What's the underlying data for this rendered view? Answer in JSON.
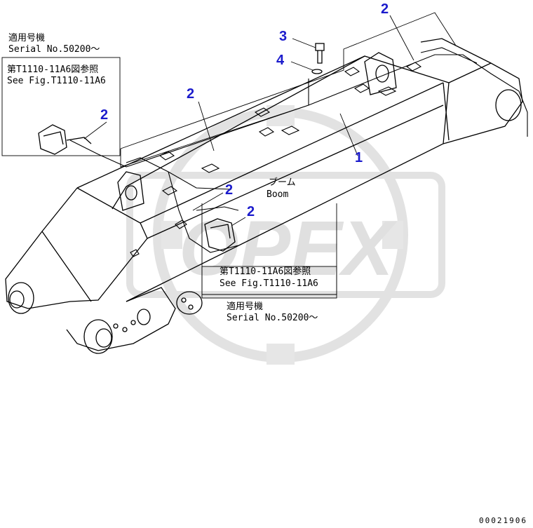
{
  "note_top_left": {
    "applicable_jp": "適用号機",
    "serial": "Serial No.50200～",
    "ref_jp": "第T1110-11A6図参照",
    "ref_en": "See Fig.T1110-11A6"
  },
  "note_center": {
    "ref_jp": "第T1110-11A6図参照",
    "ref_en": "See Fig.T1110-11A6",
    "applicable_jp": "適用号機",
    "serial": "Serial No.50200～"
  },
  "boom_label": {
    "jp": "ブーム",
    "en": "Boom"
  },
  "callouts": {
    "top_right_2": "2",
    "bolt_3": "3",
    "washer_4": "4",
    "upper_2": "2",
    "inset_2": "2",
    "harness_1": "1",
    "mid_2": "2",
    "lamp_2": "2"
  },
  "watermark": "OPEX",
  "drawing_code": "00021906",
  "colors": {
    "callout": "#1b1bcc",
    "line": "#000000",
    "watermark": "#e3e3e3"
  }
}
